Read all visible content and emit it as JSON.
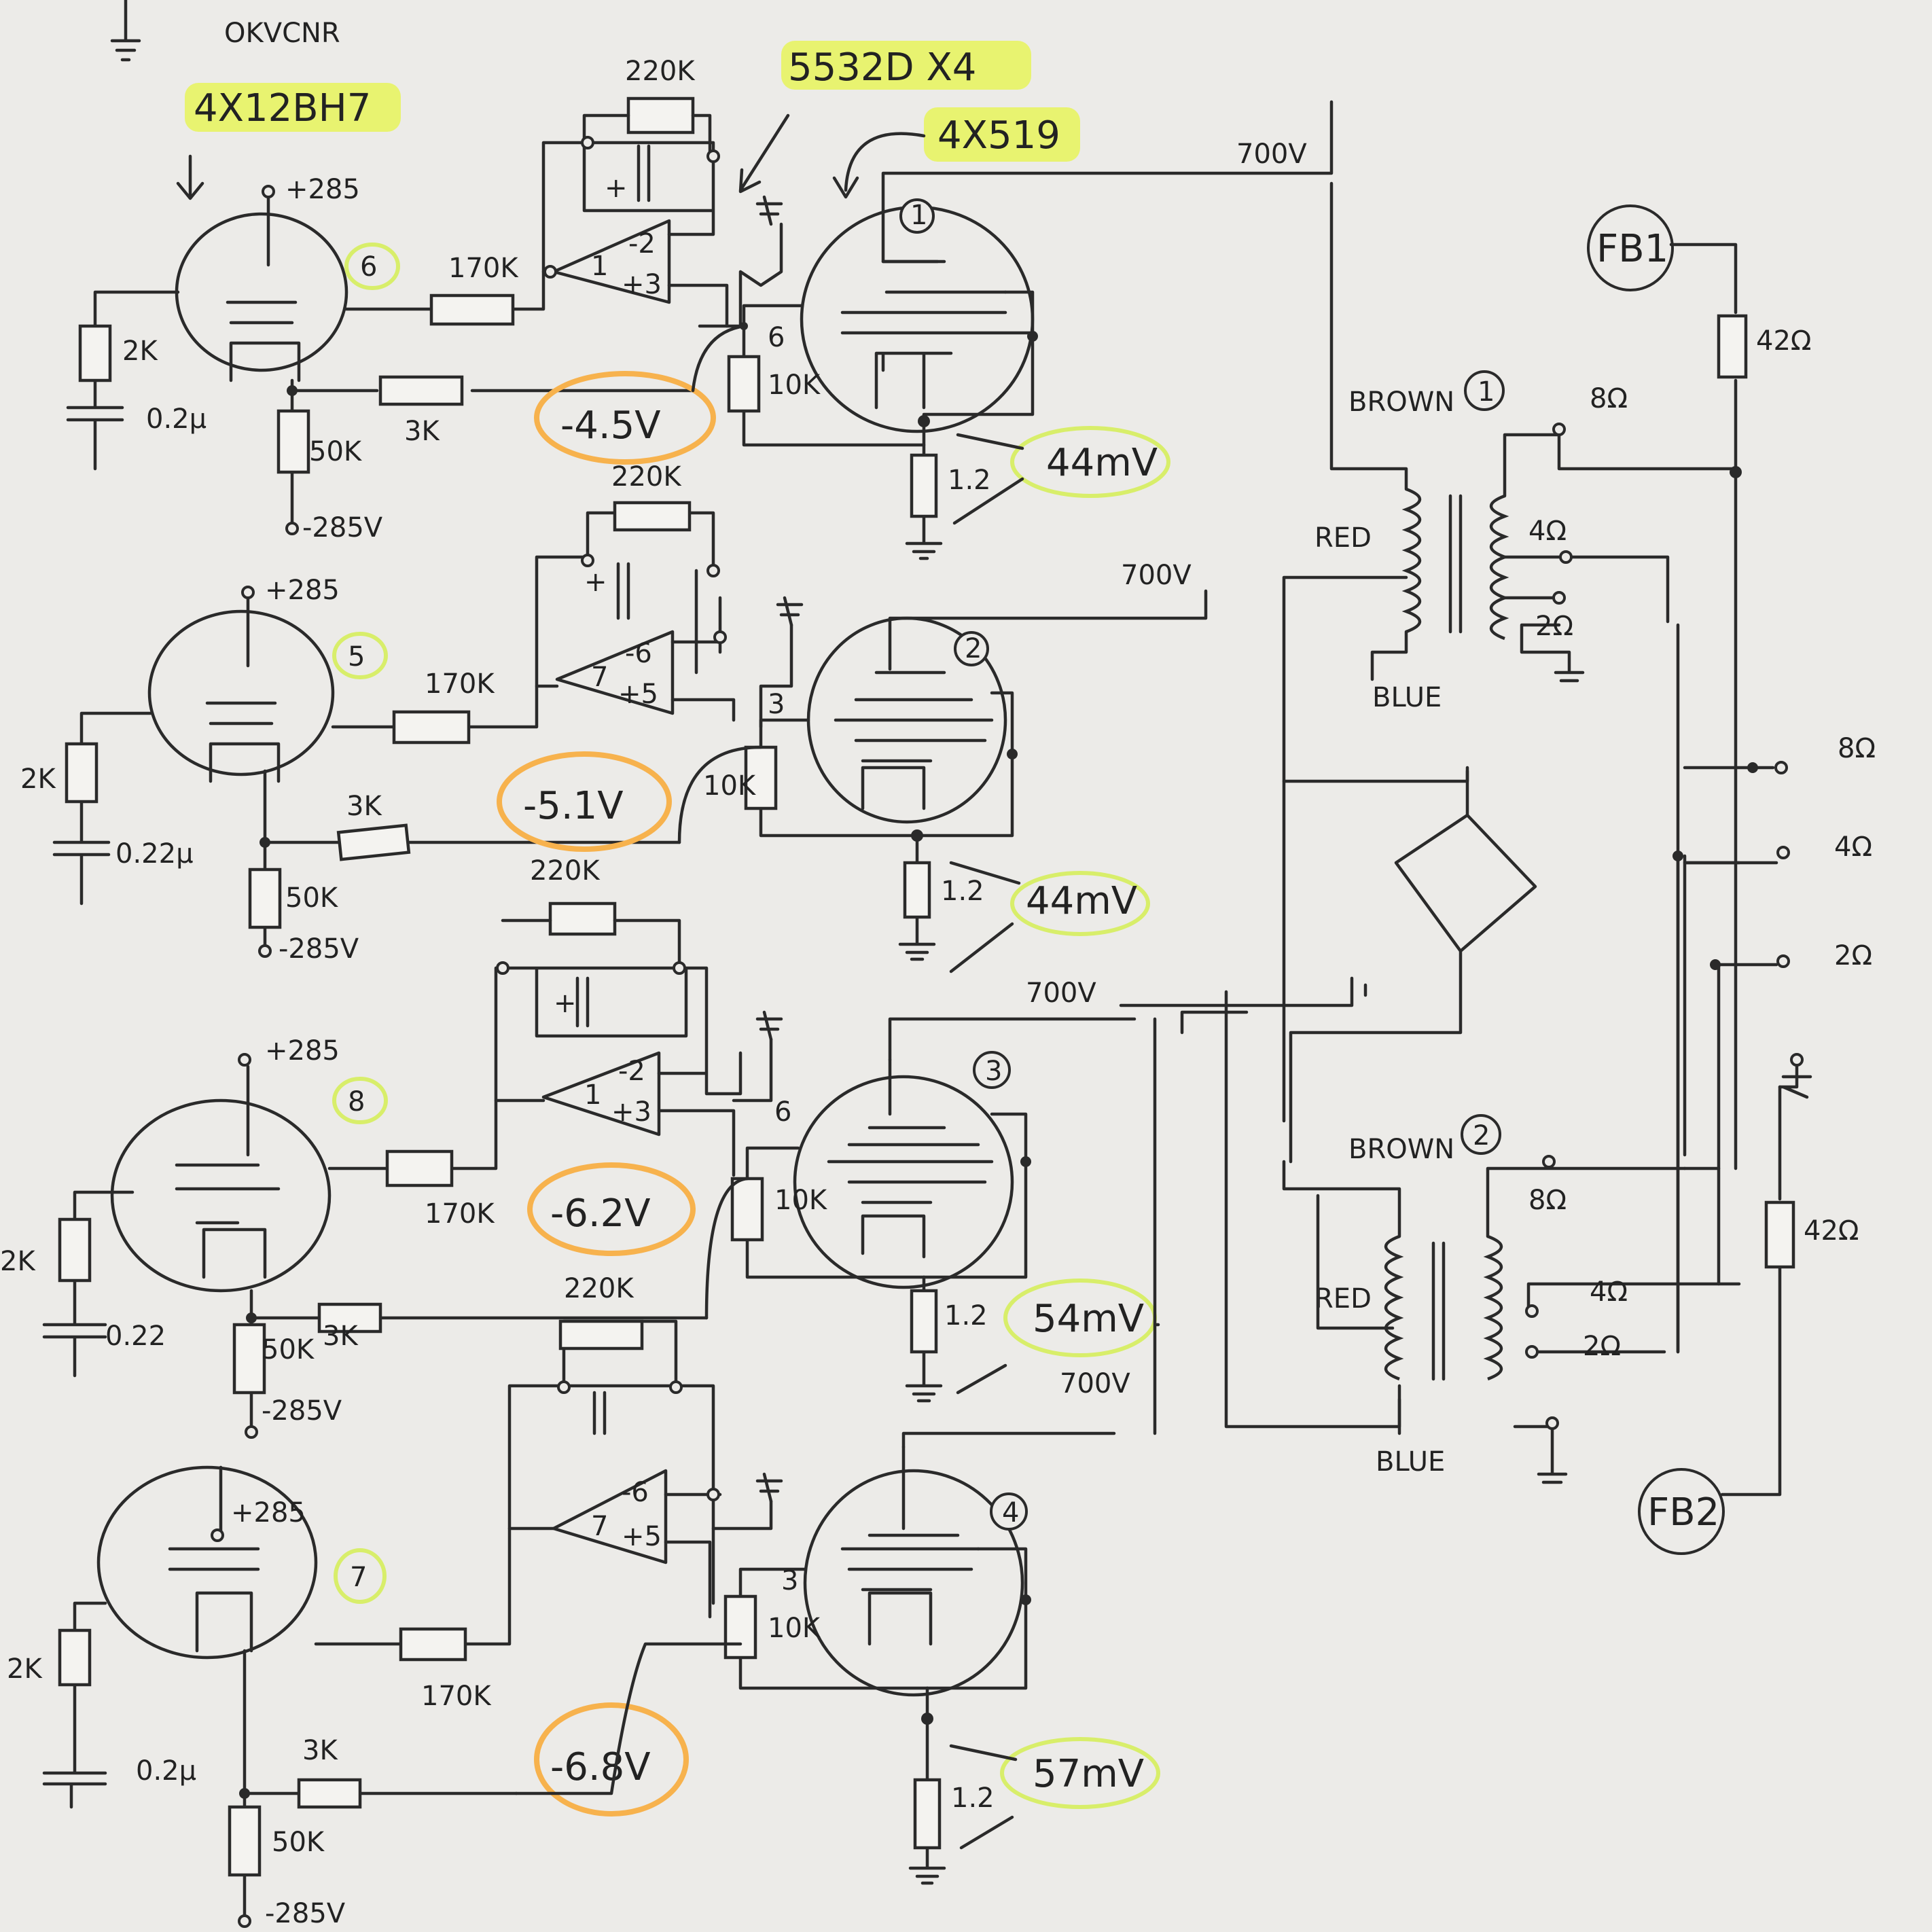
{
  "header": {
    "top_note": "OKVCNR",
    "preamp_tubes": "4X12BH7",
    "opamps": "5532D X4",
    "output_tubes": "4X519"
  },
  "stages": [
    {
      "tube_no": "6",
      "supply": "+285",
      "resistor_grid": "170K",
      "feedback_r": "220K",
      "cathode_r": "3K",
      "grid_leak": "2K",
      "cap": "0.2μ",
      "load": "50K",
      "neg_supply": "-285V",
      "bias": "-4.5V",
      "pin": "6",
      "pin_r": "10K",
      "out_no": "1",
      "b_plus": "700V",
      "sense_r": "1.2",
      "current": "44mV"
    },
    {
      "tube_no": "5",
      "supply": "+285",
      "resistor_grid": "170K",
      "feedback_r": "220K",
      "cathode_r": "3K",
      "grid_leak": "2K",
      "cap": "0.22μ",
      "load": "50K",
      "neg_supply": "-285V",
      "bias": "-5.1V",
      "pin": "3",
      "pin_r": "10K",
      "out_no": "2",
      "b_plus": "700V",
      "sense_r": "1.2",
      "current": "44mV"
    },
    {
      "tube_no": "8",
      "supply": "+285",
      "resistor_grid": "170K",
      "feedback_r": "220K",
      "cathode_r": "3K",
      "grid_leak": "2K",
      "cap": "0.22",
      "load": "50K",
      "neg_supply": "-285V",
      "bias": "-6.2V",
      "pin": "6",
      "pin_r": "10K",
      "out_no": "3",
      "b_plus": "700V",
      "sense_r": "1.2",
      "current": "54mV"
    },
    {
      "tube_no": "7",
      "supply": "+285",
      "resistor_grid": "170K",
      "feedback_r": "220K",
      "cathode_r": "3K",
      "grid_leak": "2K",
      "cap": "0.2μ",
      "load": "50K",
      "neg_supply": "-285V",
      "bias": "-6.8V",
      "pin": "3",
      "pin_r": "10K",
      "out_no": "4",
      "b_plus": "700V",
      "sense_r": "1.2",
      "current": "57mV"
    }
  ],
  "opamp_pins": [
    {
      "out": "1",
      "inv": "-2",
      "noninv": "+3"
    },
    {
      "out": "7",
      "inv": "-6",
      "noninv": "+5"
    },
    {
      "out": "1",
      "inv": "-2",
      "noninv": "+3"
    },
    {
      "out": "7",
      "inv": "-6",
      "noninv": "+5"
    }
  ],
  "transformers": [
    {
      "label": "BROWN",
      "no": "1",
      "primary_end": "RED",
      "primary_other": "BLUE",
      "tap_8": "8Ω",
      "tap_4": "4Ω",
      "tap_2": "2Ω"
    },
    {
      "label": "BROWN",
      "no": "2",
      "primary_end": "RED",
      "primary_other": "BLUE",
      "tap_8": "8Ω",
      "tap_4": "4Ω",
      "tap_2": "2Ω"
    }
  ],
  "outputs": [
    "8Ω",
    "4Ω",
    "2Ω"
  ],
  "feedback": [
    {
      "label": "FB1",
      "resistor": "42Ω"
    },
    {
      "label": "FB2",
      "resistor": "42Ω"
    }
  ]
}
